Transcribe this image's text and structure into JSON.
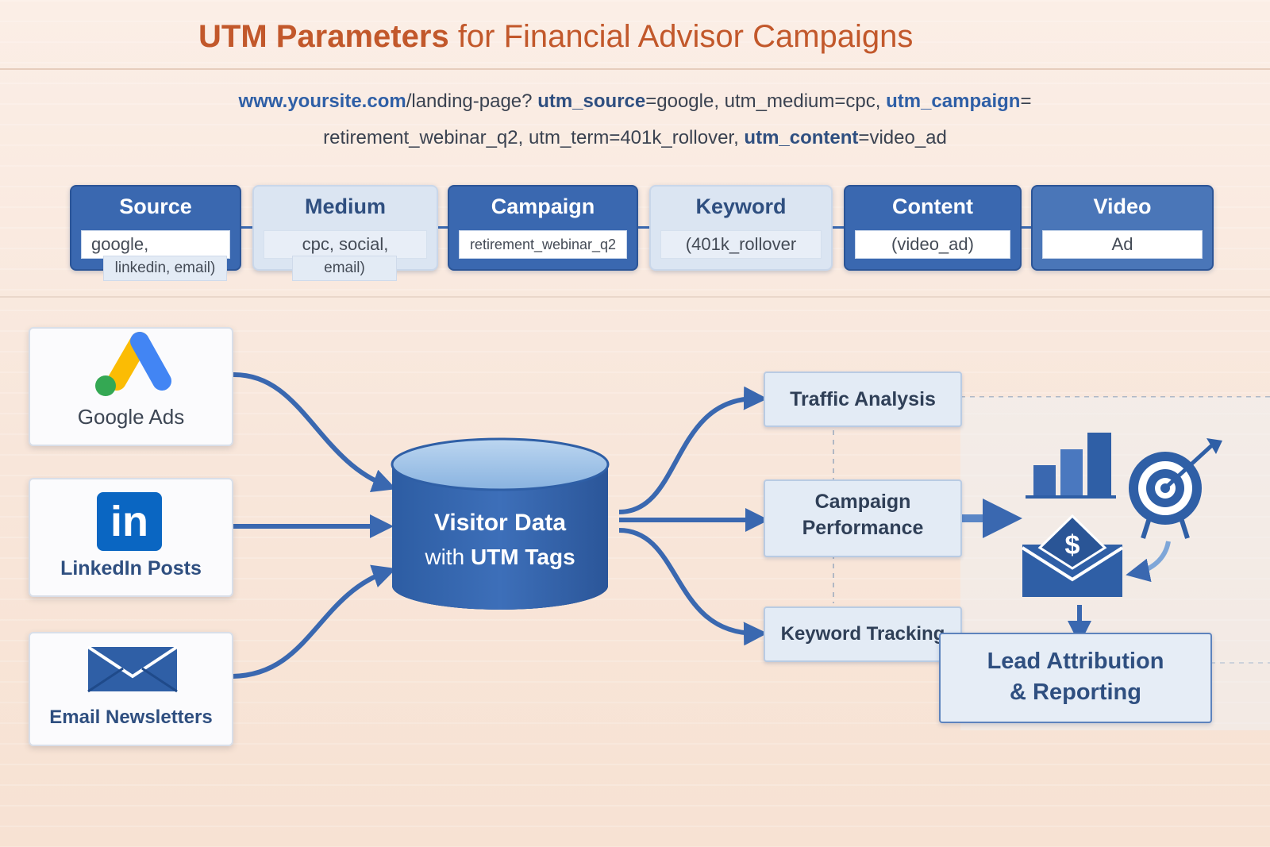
{
  "title": {
    "bold": "UTM Parameters",
    "rest": "for Financial Advisor Campaigns"
  },
  "url": {
    "line1": {
      "domain": "www.yoursite.com",
      "path": "/landing-page?",
      "source_key": "utm_source",
      "source_val": "=google, ",
      "medium_key": "utm_medium",
      "medium_val": "=cpc, ",
      "campaign_key": "utm_campaign",
      "campaign_val": "="
    },
    "line2": {
      "campaign_rest": "retirement_webinar_q2, ",
      "term_key": "utm_term",
      "term_val": "=401k_rollover, ",
      "content_key": "utm_content",
      "content_val": "=video_ad"
    }
  },
  "parameters": [
    {
      "name": "Source",
      "value": "google,",
      "extra": "linkedin, email)"
    },
    {
      "name": "Medium",
      "value": "cpc, social,",
      "extra": "email)"
    },
    {
      "name": "Campaign",
      "value": "retirement_webinar_q2"
    },
    {
      "name": "Keyword",
      "value": "(401k_rollover"
    },
    {
      "name": "Content",
      "value": "(video_ad)"
    },
    {
      "name": "Video",
      "value": "Ad"
    }
  ],
  "sources": [
    {
      "label": "Google Ads",
      "icon": "google-ads-icon"
    },
    {
      "label": "LinkedIn Posts",
      "icon": "linkedin-icon",
      "icon_text": "in"
    },
    {
      "label": "Email Newsletters",
      "icon": "envelope-icon"
    }
  ],
  "database": {
    "line1": "Visitor Data",
    "line2_prefix": "with ",
    "line2_bold": "UTM Tags"
  },
  "outputs": [
    {
      "label": "Traffic Analysis"
    },
    {
      "label_line1": "Campaign",
      "label_line2": "Performance"
    },
    {
      "label": "Keyword Tracking"
    }
  ],
  "lead": {
    "line1": "Lead Attribution",
    "line2": "& Reporting"
  },
  "envelope_symbol": "$",
  "colors": {
    "accent_title": "#c2582b",
    "primary_blue": "#3a68b0",
    "light_blue": "#dbe5f2",
    "text_dark": "#2f3f57",
    "google_blue": "#4285F4",
    "google_yellow": "#FBBC04",
    "google_green": "#34A853",
    "linkedin_blue": "#0A66C2"
  }
}
